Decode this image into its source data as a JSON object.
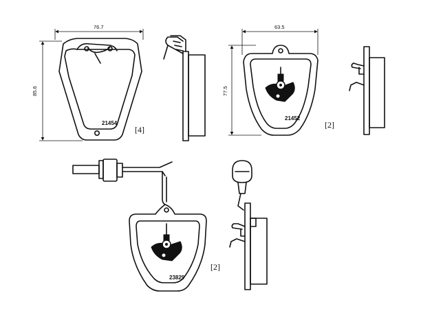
{
  "pads": [
    {
      "code": "21454",
      "qty": "[4]",
      "width": "76.7",
      "height": "85.6"
    },
    {
      "code": "21452",
      "qty": "[2]",
      "width": "63.5",
      "height": "77.5"
    },
    {
      "code": "23829",
      "qty": "[2]"
    }
  ]
}
